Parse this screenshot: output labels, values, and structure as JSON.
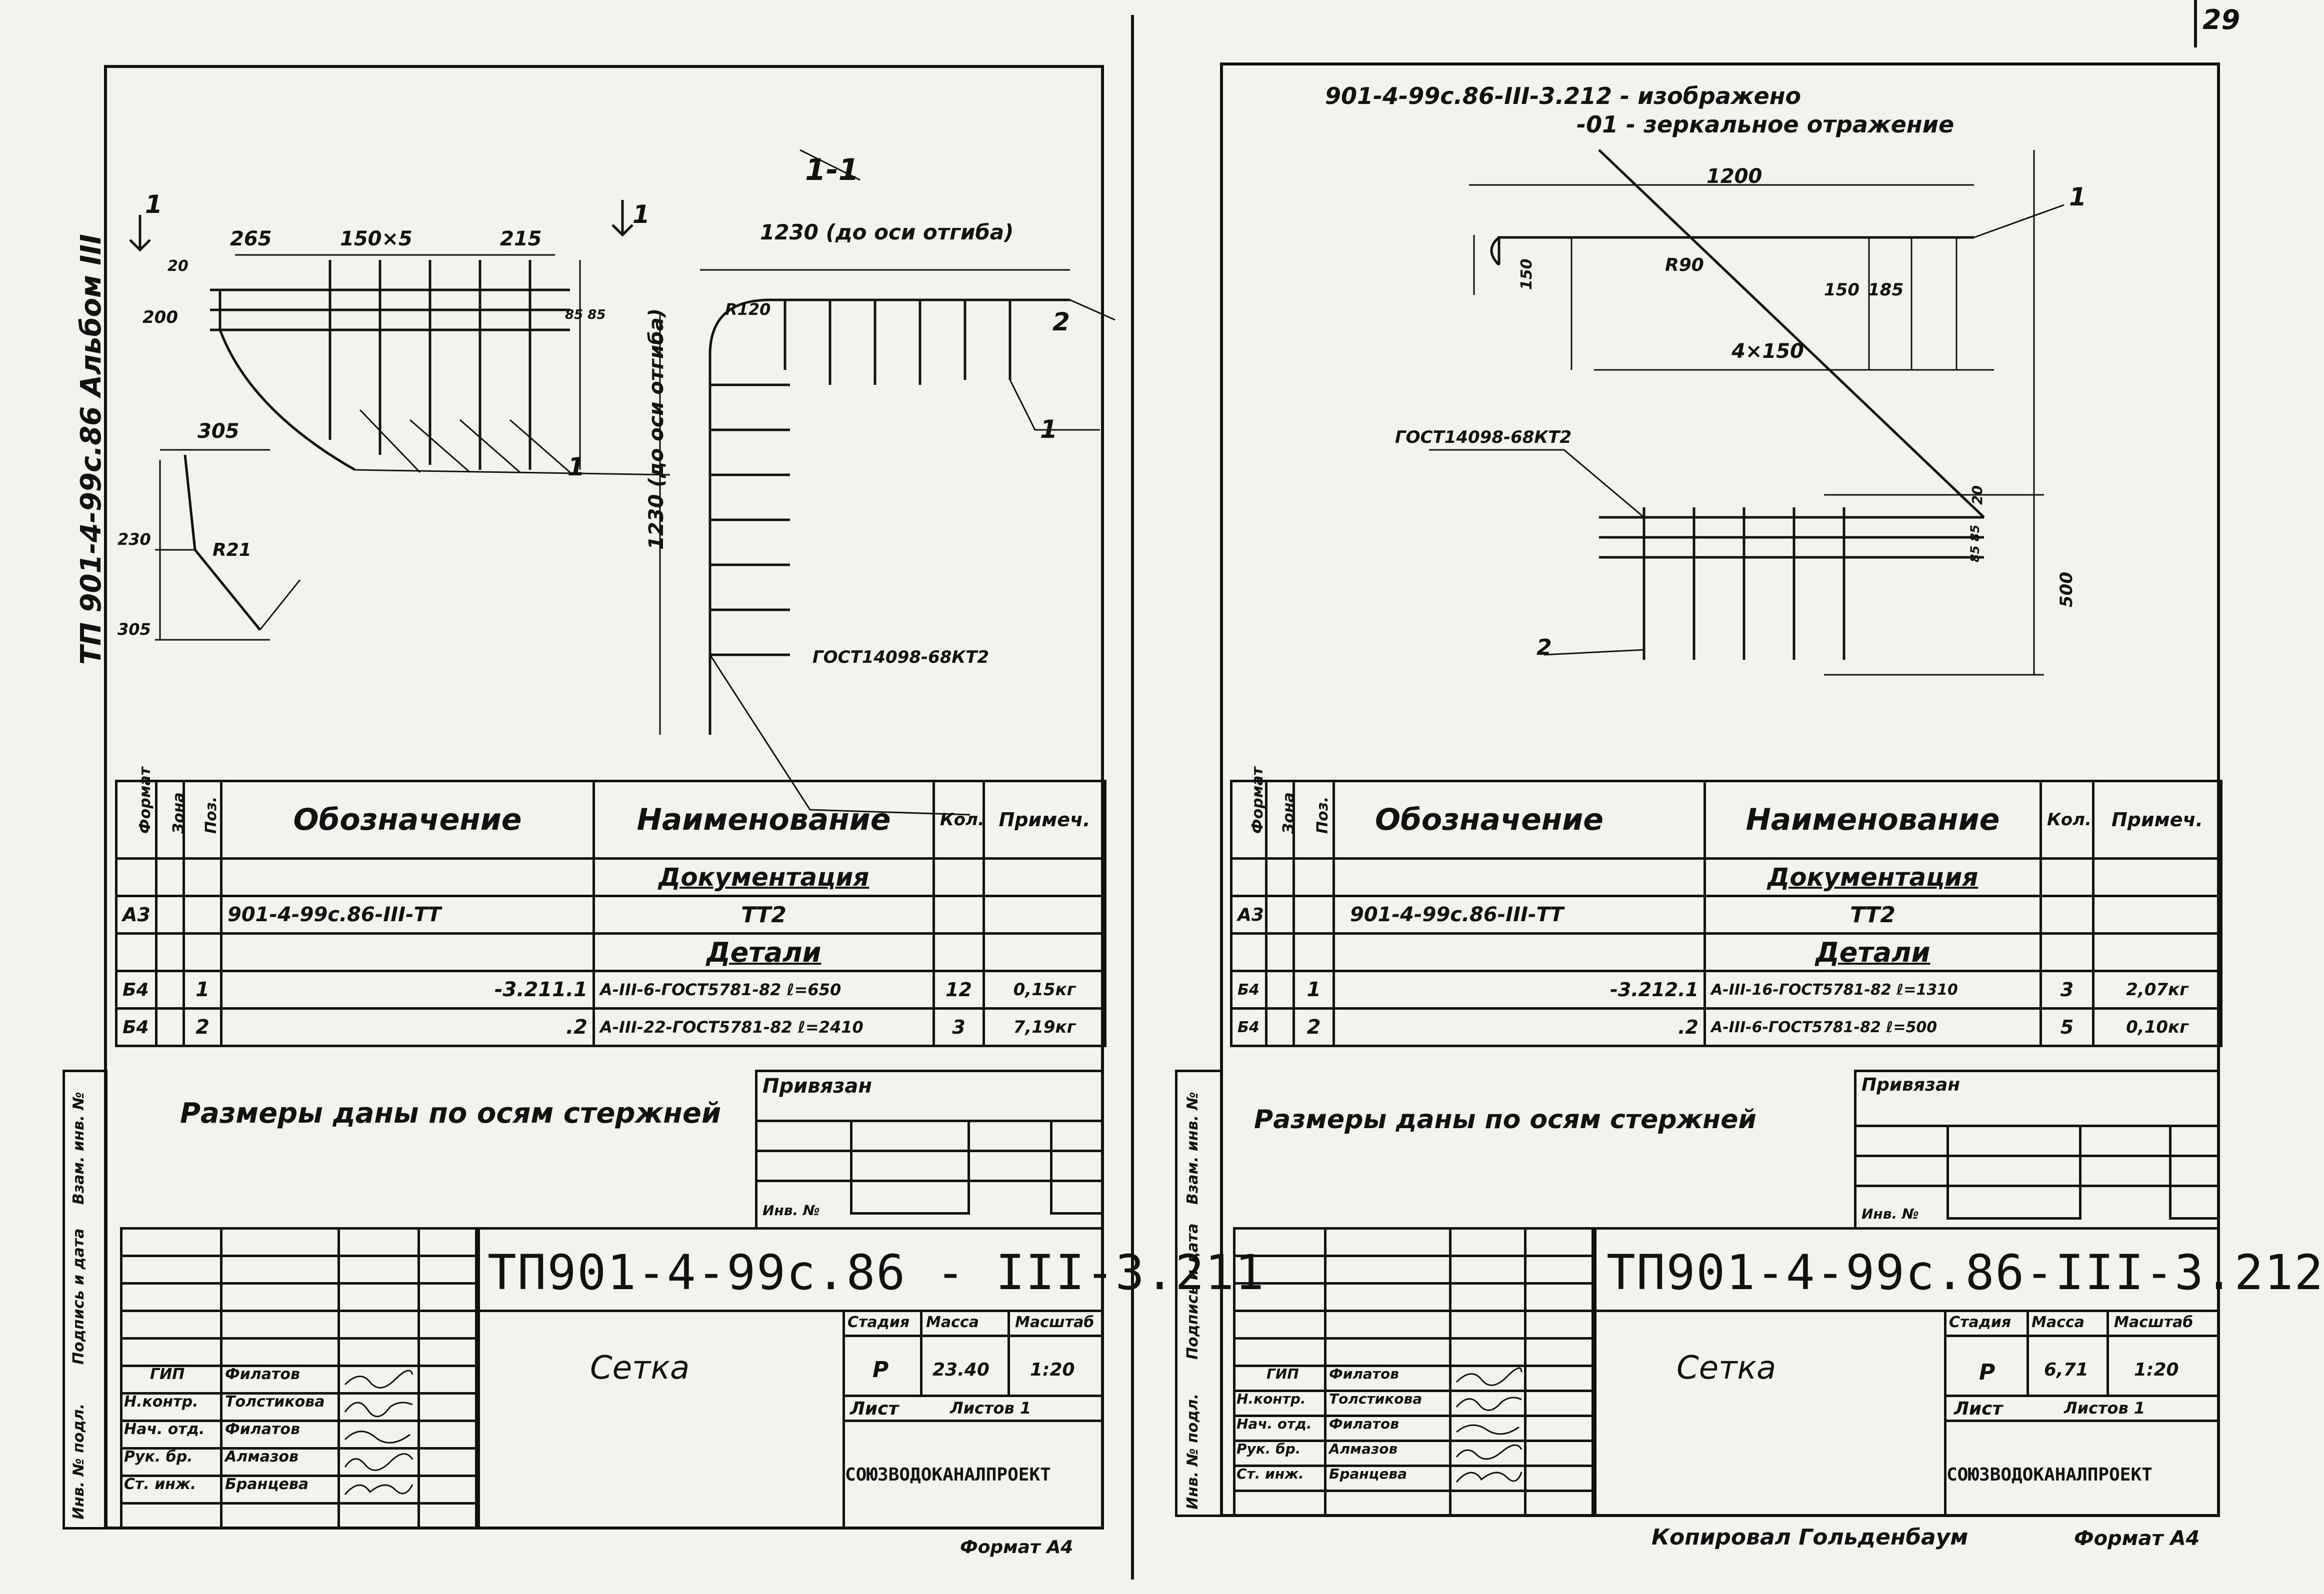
{
  "page_number": "29",
  "left": {
    "sidebar_title": "ТП 901-4-99с.86  Альбом III",
    "sidebar_labels": [
      "Взам. инв. №",
      "Подпись и дата",
      "Инв. № подл."
    ],
    "drawing": {
      "section_mark": "1-1",
      "dims": [
        "265",
        "150×5",
        "215",
        "20",
        "200",
        "85 85",
        "305",
        "230",
        "305",
        "R21",
        "1230 (до оси отгиба)",
        "1230 (до оси отгиба)",
        "R120"
      ],
      "marks": [
        "1",
        "1",
        "2",
        "1",
        "1"
      ],
      "gost_label": "ГОСТ14098-68КТ2"
    },
    "spec_headers": {
      "format": "Формат",
      "zone": "Зона",
      "pos": "Поз.",
      "designation": "Обозначение",
      "name": "Наименование",
      "qty": "Кол.",
      "note": "Примеч."
    },
    "spec_rows": [
      {
        "format": "",
        "zone": "",
        "pos": "",
        "designation": "",
        "name": "Документация",
        "qty": "",
        "note": "",
        "section": true
      },
      {
        "format": "А3",
        "zone": "",
        "pos": "",
        "designation": "901-4-99с.86-III-ТТ",
        "name": "ТТ2",
        "qty": "",
        "note": ""
      },
      {
        "format": "",
        "zone": "",
        "pos": "",
        "designation": "",
        "name": "Детали",
        "qty": "",
        "note": "",
        "section": true
      },
      {
        "format": "Б4",
        "zone": "",
        "pos": "1",
        "designation": "-3.211.1",
        "name": "А-III-6-ГОСТ5781-82 ℓ=650",
        "qty": "12",
        "note": "0,15кг"
      },
      {
        "format": "Б4",
        "zone": "",
        "pos": "2",
        "designation": ".2",
        "name": "А-III-22-ГОСТ5781-82 ℓ=2410",
        "qty": "3",
        "note": "7,19кг"
      }
    ],
    "note": "Размеры даны по осям стержней",
    "privyazan": "Привязан",
    "inv_label": "Инв. №",
    "doc_code": "ТП901-4-99с.86 - III-3.211",
    "title": "Сетка",
    "stadia_label": "Стадия",
    "massa_label": "Масса",
    "masshtab_label": "Масштаб",
    "stadia": "Р",
    "massa": "23.40",
    "masshtab": "1:20",
    "list_label": "Лист",
    "listov_label": "Листов 1",
    "org": "СОЮЗВОДОКАНАЛПРОЕКТ",
    "roles": [
      "ГИП",
      "Н.контр.",
      "Нач. отд.",
      "Рук. бр.",
      "Ст. инж."
    ],
    "names": [
      "Филатов",
      "Толстикова",
      "Филатов",
      "Алмазов",
      "Бранцева"
    ],
    "format_label": "Формат А4"
  },
  "right": {
    "sidebar_labels": [
      "Взам. инв. №",
      "Подпись и дата",
      "Инв. № подл."
    ],
    "header_lines": [
      "901-4-99с.86-III-3.212  - изображено",
      "-01  - зеркальное отражение"
    ],
    "drawing": {
      "dims": [
        "1200",
        "150",
        "R90",
        "150",
        "185",
        "4×150",
        "20",
        "85 85",
        "500"
      ],
      "marks": [
        "1",
        "2"
      ],
      "gost_label": "ГОСТ14098-68КТ2"
    },
    "spec_headers": {
      "format": "Формат",
      "zone": "Зона",
      "pos": "Поз.",
      "designation": "Обозначение",
      "name": "Наименование",
      "qty": "Кол.",
      "note": "Примеч."
    },
    "spec_rows": [
      {
        "format": "",
        "zone": "",
        "pos": "",
        "designation": "",
        "name": "Документация",
        "qty": "",
        "note": "",
        "section": true
      },
      {
        "format": "А3",
        "zone": "",
        "pos": "",
        "designation": "901-4-99с.86-III-ТТ",
        "name": "ТТ2",
        "qty": "",
        "note": ""
      },
      {
        "format": "",
        "zone": "",
        "pos": "",
        "designation": "",
        "name": "Детали",
        "qty": "",
        "note": "",
        "section": true
      },
      {
        "format": "Б4",
        "zone": "",
        "pos": "1",
        "designation": "-3.212.1",
        "name": "А-III-16-ГОСТ5781-82 ℓ=1310",
        "qty": "3",
        "note": "2,07кг"
      },
      {
        "format": "Б4",
        "zone": "",
        "pos": "2",
        "designation": ".2",
        "name": "А-III-6-ГОСТ5781-82 ℓ=500",
        "qty": "5",
        "note": "0,10кг"
      }
    ],
    "note": "Размеры даны по осям стержней",
    "privyazan": "Привязан",
    "inv_label": "Инв. №",
    "doc_code": "ТП901-4-99с.86-III-3.212",
    "title": "Сетка",
    "stadia_label": "Стадия",
    "massa_label": "Масса",
    "masshtab_label": "Масштаб",
    "stadia": "Р",
    "massa": "6,71",
    "masshtab": "1:20",
    "list_label": "Лист",
    "listov_label": "Листов 1",
    "org": "СОЮЗВОДОКАНАЛПРОЕКТ",
    "roles": [
      "ГИП",
      "Н.контр.",
      "Нач. отд.",
      "Рук. бр.",
      "Ст. инж."
    ],
    "names": [
      "Филатов",
      "Толстикова",
      "Филатов",
      "Алмазов",
      "Бранцева"
    ],
    "copied_by": "Копировал Гольденбаум",
    "format_label": "Формат А4"
  }
}
